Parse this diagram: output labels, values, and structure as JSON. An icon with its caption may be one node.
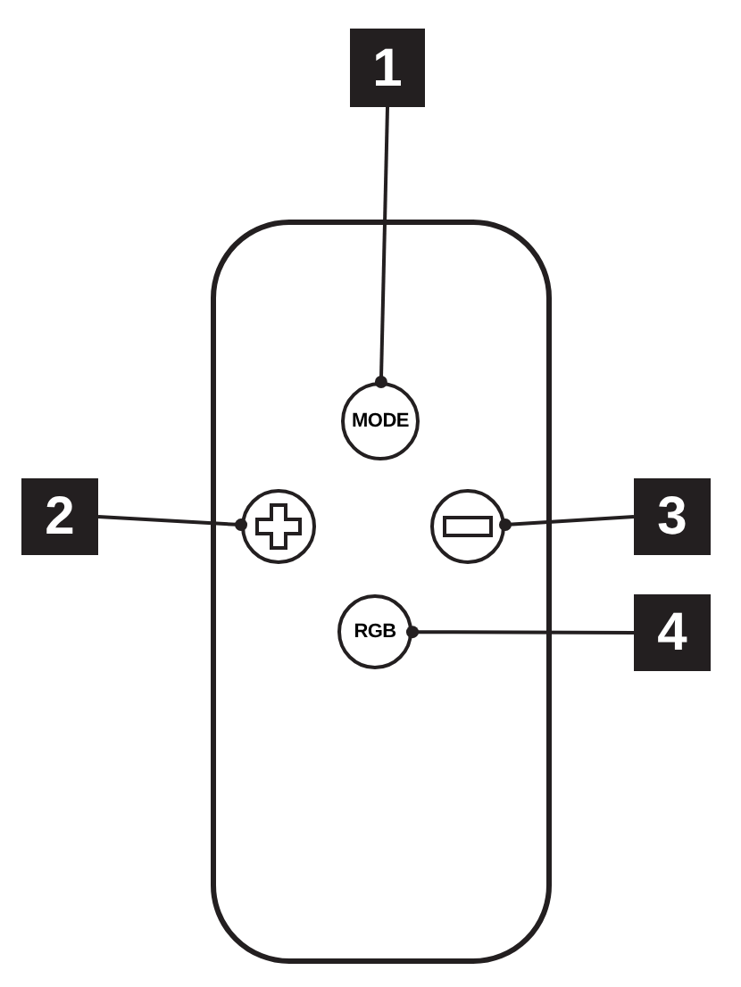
{
  "diagram": {
    "nodes": [
      {
        "text": [
          "1"
        ]
      },
      {
        "text": [],
        "shape": "box"
      },
      {
        "text": [
          "MODE"
        ],
        "in": 1
      },
      {
        "text": [
          "2"
        ]
      },
      {
        "text": [],
        "shape": "circle",
        "in": 1
      },
      {
        "text": [],
        "shape": "circle",
        "in": 1
      },
      {
        "text": [
          "3"
        ]
      },
      {
        "text": [
          "RGB"
        ],
        "in": 1
      },
      {
        "text": [
          "4"
        ]
      }
    ],
    "edges": [
      {
        "from": 0,
        "to": 2,
        "arrow": "other"
      },
      {
        "from": 3,
        "to": 4,
        "arrow": "other"
      },
      {
        "from": 6,
        "to": 5,
        "arrow": "other"
      },
      {
        "from": 8,
        "to": 7,
        "arrow": "other"
      }
    ]
  }
}
